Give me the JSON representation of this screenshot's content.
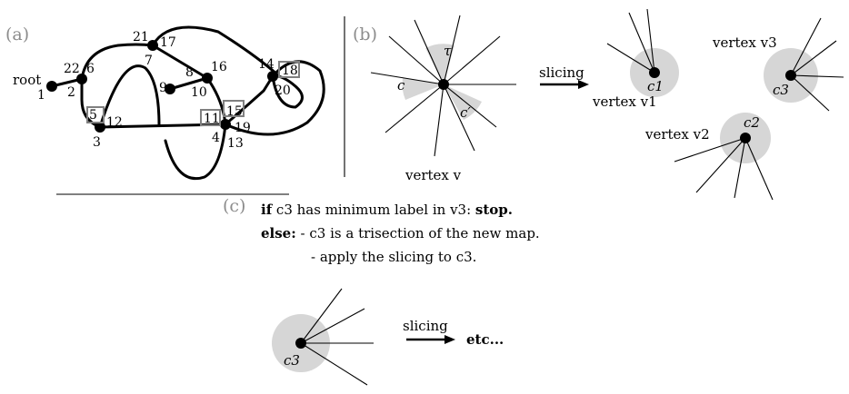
{
  "panels": {
    "a": "(a)",
    "b": "(b)",
    "c": "(c)"
  },
  "panel_a": {
    "root_label": "root",
    "numbers": [
      "1",
      "2",
      "22",
      "6",
      "21",
      "17",
      "7",
      "8",
      "16",
      "9",
      "10",
      "14",
      "18",
      "20",
      "5",
      "12",
      "3",
      "11",
      "15",
      "4",
      "19",
      "13"
    ],
    "boxed_numbers": [
      "5",
      "11",
      "15",
      "18"
    ]
  },
  "panel_b": {
    "corner_labels": [
      "τ",
      "c",
      "c′"
    ],
    "vertex_caption": "vertex v",
    "slicing_label": "slicing",
    "v1_caption": "vertex v1",
    "v2_caption": "vertex v2",
    "v3_caption": "vertex v3",
    "c1": "c1",
    "c2": "c2",
    "c3": "c3"
  },
  "panel_c": {
    "line1_if": "if",
    "line1_rest": " c3 has minimum label in v3: ",
    "line1_stop": "stop.",
    "line2_else": "else:",
    "line2_rest": " - c3 is a trisection of the new map.",
    "line3": "- apply the slicing to c3.",
    "c3": "c3",
    "slicing_label": "slicing",
    "etc": "etc..."
  },
  "colors": {
    "ink": "#000000",
    "corner_shade": "#d6d6d6",
    "panel_label": "#8c8c8c",
    "box_stroke": "#808080"
  }
}
